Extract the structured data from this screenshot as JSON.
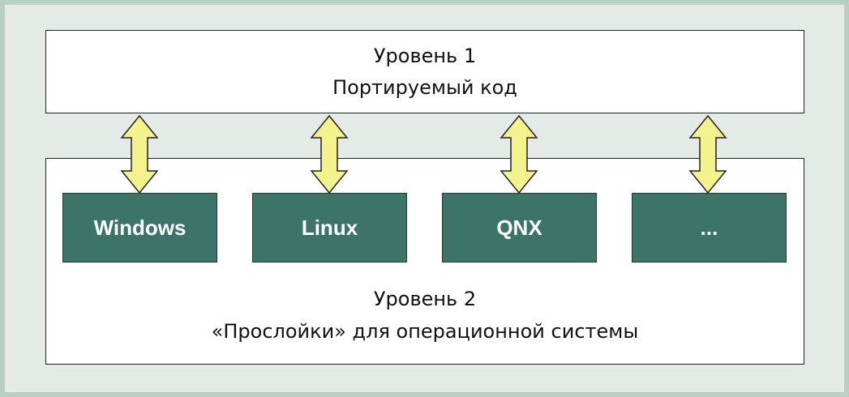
{
  "level1": {
    "title": "Уровень 1",
    "subtitle": "Портируемый код"
  },
  "level2": {
    "title": "Уровень 2",
    "subtitle": "«Прослойки» для операционной системы"
  },
  "os_boxes": [
    {
      "label": "Windows"
    },
    {
      "label": "Linux"
    },
    {
      "label": "QNX"
    },
    {
      "label": "..."
    }
  ],
  "colors": {
    "frame_background": "#e4ebe6",
    "frame_border": "#b9cec4",
    "os_box_fill": "#3d7468",
    "arrow_fill": "#f4f28c",
    "arrow_stroke": "#222222"
  }
}
